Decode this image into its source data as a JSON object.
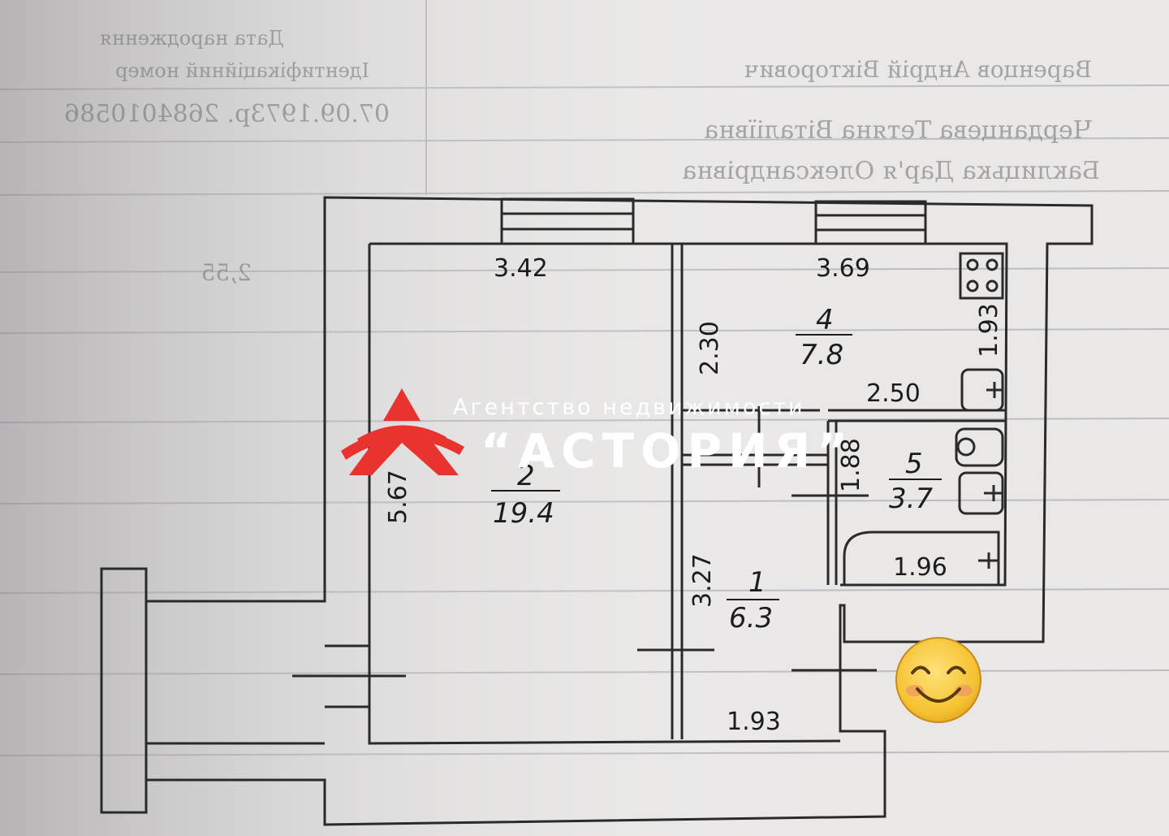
{
  "document_text": {
    "row1": "Дата народження",
    "row2": "Ідентифікаційний номер",
    "row3": "07.09.1973р. 2684010586",
    "row4": "Варенцов Андрій Вікторович",
    "row5": "Черданцева Тетяна Віталіївна",
    "row6": "Баклицька Дар'я Олександрівна",
    "row7": "2,55"
  },
  "plan": {
    "dimensions": {
      "room2_width": "3.42",
      "room4_width": "3.69",
      "wall_230": "2.30",
      "kitchen_193": "1.93",
      "corridor_250": "2.50",
      "room2_length": "5.67",
      "bath_188": "1.88",
      "hall_327": "3.27",
      "bath_196": "1.96",
      "hall_193": "1.93"
    },
    "rooms": {
      "r1": {
        "num": "1",
        "area": "6.3"
      },
      "r2": {
        "num": "2",
        "area": "19.4"
      },
      "r4": {
        "num": "4",
        "area": "7.8"
      },
      "r5": {
        "num": "5",
        "area": "3.7"
      }
    }
  },
  "watermark": {
    "agency": "Агентство недвижимости",
    "name": "“АСТОРИЯ”",
    "logo_color": "#e8332e"
  },
  "emoji": {
    "name": "smiling-face-emoji",
    "color": "#f5c231"
  }
}
